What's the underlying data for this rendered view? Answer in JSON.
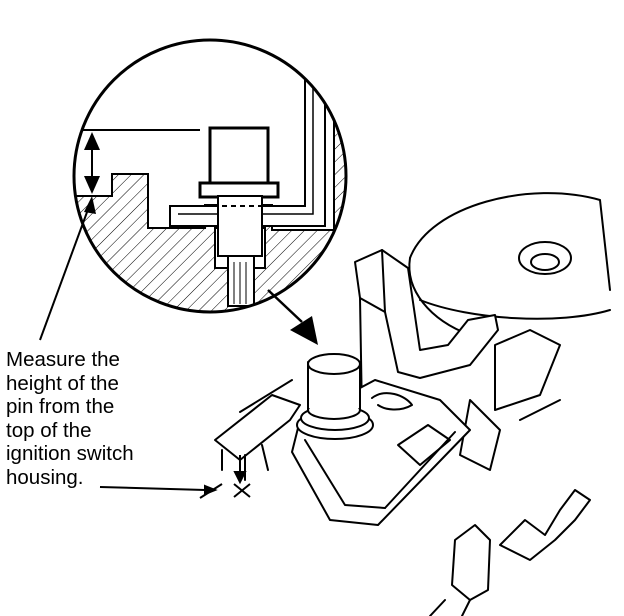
{
  "callout": {
    "lines": [
      "Measure the",
      "height of the",
      "pin from the",
      "top of the",
      "ignition switch",
      "housing."
    ]
  }
}
